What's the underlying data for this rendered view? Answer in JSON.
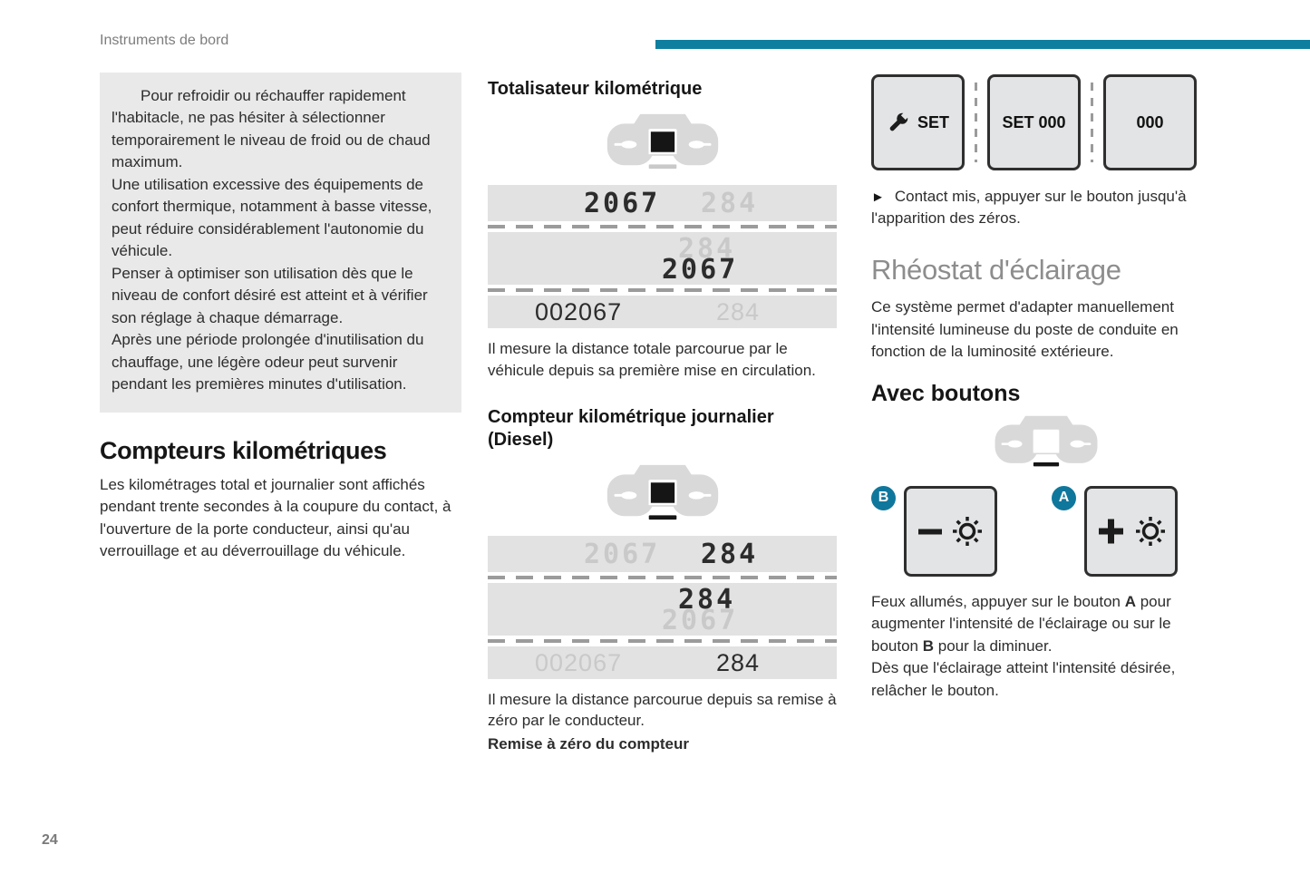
{
  "page": {
    "header": "Instruments de bord",
    "page_number": "24"
  },
  "colors": {
    "accent_teal": "#0f7f9f",
    "info_blue": "#1b85c4",
    "badge_teal": "#10779c",
    "display_bar_bg": "#e2e2e2",
    "digit_dark": "#2c2c2c",
    "digit_light": "#c9c9c9",
    "button_bg": "#e3e4e5"
  },
  "info_box": {
    "paragraphs": [
      "Pour refroidir ou réchauffer rapidement l'habitacle, ne pas hésiter à sélectionner temporairement le niveau de froid ou de chaud maximum.",
      "Une utilisation excessive des équipements de confort thermique, notamment à basse vitesse, peut réduire considérablement l'autonomie du véhicule.",
      "Penser à optimiser son utilisation dès que le niveau de confort désiré est atteint et à vérifier son réglage à chaque démarrage.",
      "Après une période prolongée d'inutilisation du chauffage, une légère odeur peut survenir pendant les premières minutes d'utilisation."
    ]
  },
  "odometers": {
    "title": "Compteurs kilométriques",
    "body": "Les kilométrages total et journalier sont affichés pendant trente secondes à la coupure du contact, à l'ouverture de la porte conducteur, ainsi qu'au verrouillage et au déverrouillage du véhicule."
  },
  "totalizer": {
    "title": "Totalisateur kilométrique",
    "display": {
      "row1_total": "2067",
      "row1_trip": "284",
      "row2_trip": "284",
      "row2_total": "2067",
      "row3_total": "002067",
      "row3_trip": "284"
    },
    "caption": "Il mesure la distance totale parcourue par le véhicule depuis sa première mise en circulation."
  },
  "trip": {
    "title_line1": "Compteur kilométrique journalier",
    "title_line2": "(Diesel)",
    "display": {
      "row1_total": "2067",
      "row1_trip": "284",
      "row2_trip": "284",
      "row2_total": "2067",
      "row3_total": "002067",
      "row3_trip": "284"
    },
    "caption": "Il mesure la distance parcourue depuis sa remise à zéro par le conducteur.",
    "reset_heading": "Remise à zéro du compteur"
  },
  "reset": {
    "button_set_label": "SET",
    "button_set000_label": "SET 000",
    "button_000_label": "000",
    "arrow": "►",
    "instruction": "Contact mis, appuyer sur le bouton jusqu'à l'apparition des zéros."
  },
  "rheostat": {
    "title": "Rhéostat d'éclairage",
    "body": "Ce système permet d'adapter manuellement l'intensité lumineuse du poste de conduite en fonction de la luminosité extérieure.",
    "subsection": "Avec boutons",
    "badge_b": "B",
    "badge_a": "A",
    "para1": {
      "pre": "Feux allumés, appuyer sur le bouton ",
      "bold_a": "A",
      "mid": " pour augmenter l'intensité de l'éclairage ou sur le bouton ",
      "bold_b": "B",
      "post": " pour la diminuer."
    },
    "para2": "Dès que l'éclairage atteint l'intensité désirée, relâcher le bouton."
  }
}
